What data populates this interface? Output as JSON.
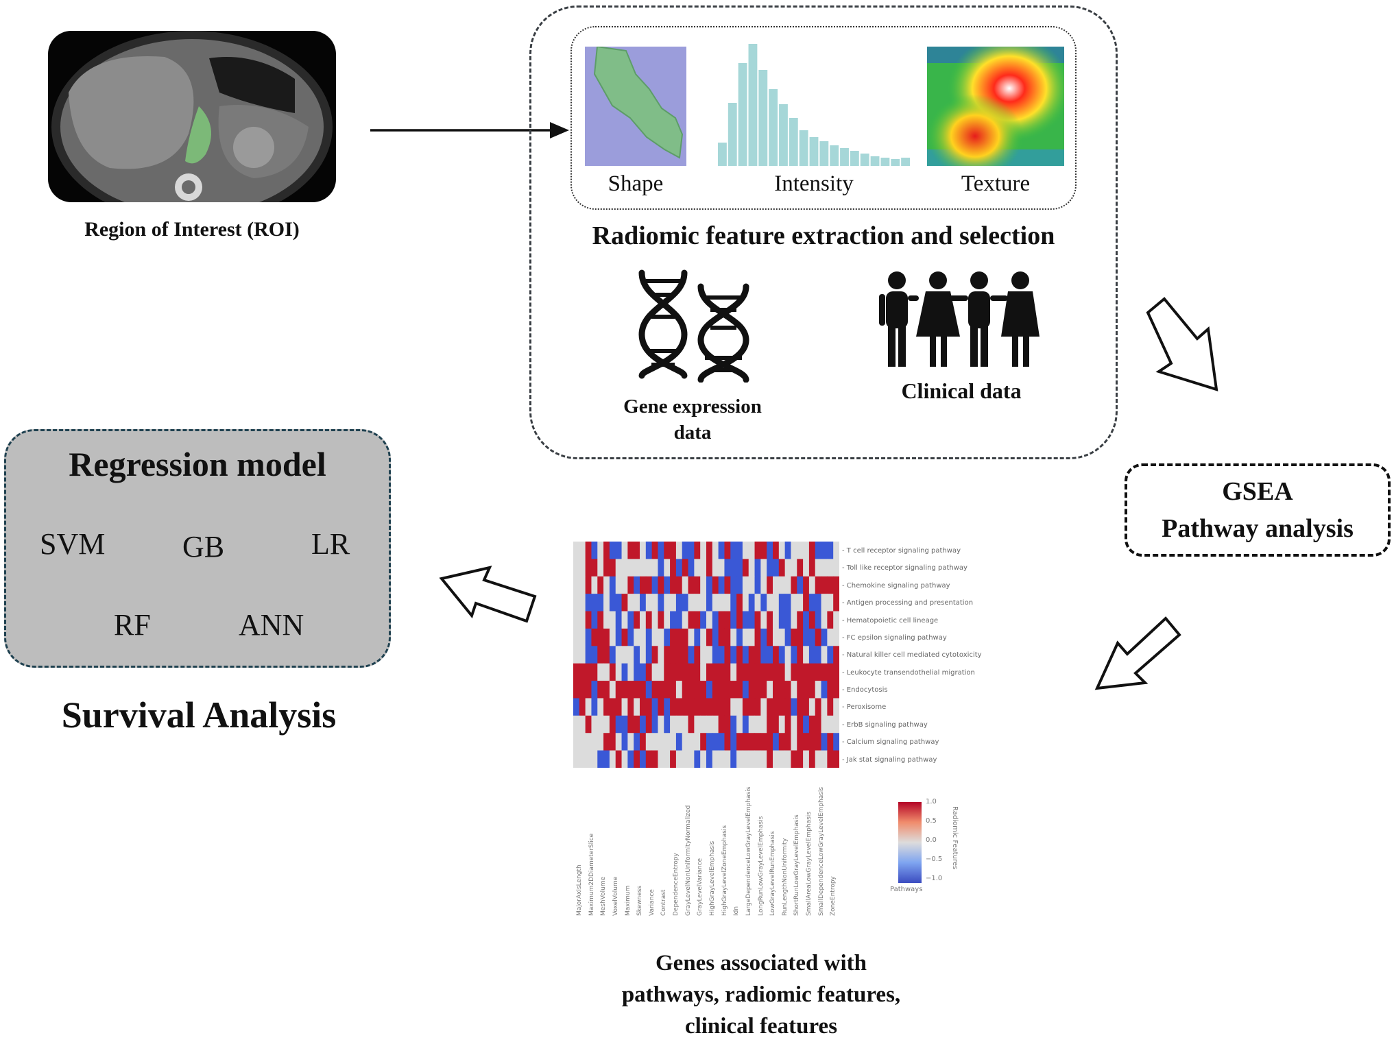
{
  "roi": {
    "caption": "Region of Interest (ROI)"
  },
  "extraction": {
    "features": [
      "Shape",
      "Intensity",
      "Texture"
    ],
    "title": "Radiomic feature extraction and selection",
    "gene_caption_line1": "Gene expression",
    "gene_caption_line2": "data",
    "clinical_caption": "Clinical data",
    "icons": [
      "dna-icon",
      "people-icon"
    ]
  },
  "gsea": {
    "line1": "GSEA",
    "line2": "Pathway analysis"
  },
  "regression": {
    "title": "Regression model",
    "models": [
      "SVM",
      "GB",
      "LR",
      "RF",
      "ANN"
    ]
  },
  "survival": {
    "title": "Survival Analysis"
  },
  "heatmap": {
    "pathways": [
      "T cell receptor signaling pathway",
      "Toll like receptor signaling pathway",
      "Chemokine signaling pathway",
      "Antigen processing and presentation",
      "Hematopoietic cell lineage",
      "FC epsilon signaling pathway",
      "Natural killer cell mediated cytotoxicity",
      "Leukocyte transendothelial migration",
      "Endocytosis",
      "Peroxisome",
      "ErbB signaling pathway",
      "Calcium signaling pathway",
      "Jak stat signaling pathway"
    ],
    "features": [
      "MajorAxisLength",
      "Maximum2DDiameterSlice",
      "MeshVolume",
      "VoxelVolume",
      "Maximum",
      "Skewness",
      "Variance",
      "Contrast",
      "DependenceEntropy",
      "GrayLevelNonUniformityNormalized",
      "GrayLevelVariance",
      "HighGrayLevelEmphasis",
      "HighGrayLevelZoneEmphasis",
      "Idn",
      "LargeDependenceLowGrayLevelEmphasis",
      "LongRunLowGrayLevelEmphasis",
      "LowGrayLevelRunEmphasis",
      "RunLengthNonUniformity",
      "ShortRunLowGrayLevelEmphasis",
      "SmallAreaLowGrayLevelEmphasis",
      "SmallDependenceLowGrayLevelEmphasis",
      "ZoneEntropy"
    ],
    "colorbar_ticks": [
      "1.0",
      "0.5",
      "0.0",
      "−0.5",
      "−1.0"
    ],
    "colorbar_label": "Radiomic Features",
    "colorbar_sublabel": "Pathways",
    "colors": {
      "high": "#c0182a",
      "low": "#3a58d6",
      "neutral": "#dcdcdc"
    },
    "caption_line1": "Genes associated with",
    "caption_line2": "pathways, radiomic features,",
    "caption_line3": "clinical features"
  }
}
